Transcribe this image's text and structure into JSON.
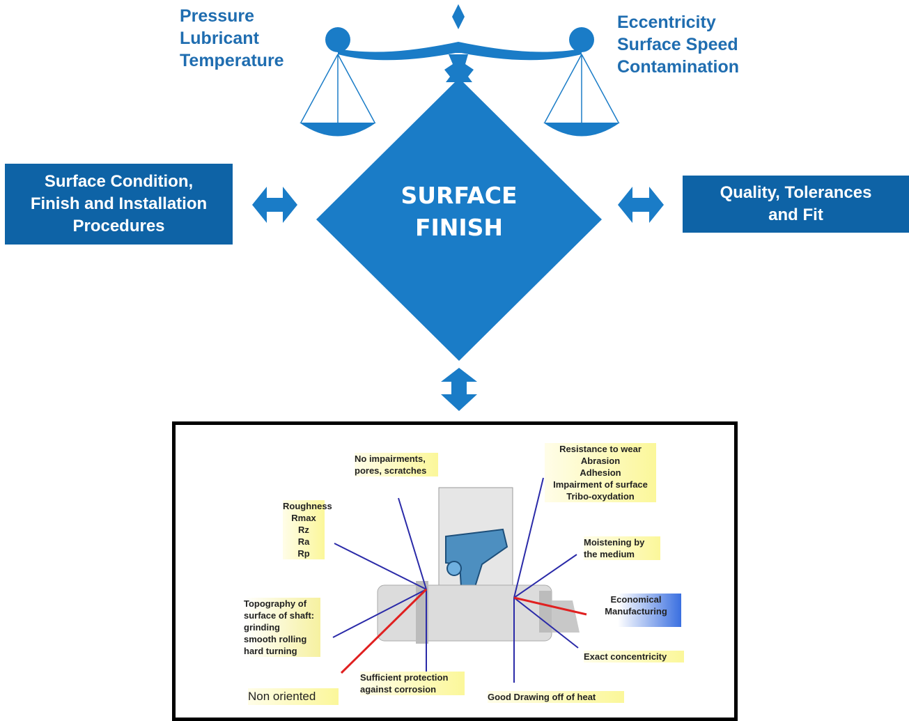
{
  "left_factors": [
    "Pressure",
    "Lubricant",
    "Temperature"
  ],
  "right_factors": [
    "Eccentricity",
    "Surface Speed",
    "Contamination"
  ],
  "center_label": [
    "SURFACE",
    "FINISH"
  ],
  "left_box": [
    "Surface Condition,",
    "Finish and Installation",
    "Procedures"
  ],
  "right_box": [
    "Quality, Tolerances",
    "and Fit"
  ],
  "photo_notes": {
    "impairments": [
      "No impairments,",
      "pores, scratches"
    ],
    "resistance": [
      "Resistance to wear",
      "Abrasion",
      "Adhesion",
      "Impairment of surface",
      "Tribo-oxydation"
    ],
    "roughness": [
      "Roughness",
      "Rmax",
      "Rz",
      "Ra",
      "Rp"
    ],
    "moistening": [
      "Moistening by",
      "the medium"
    ],
    "topography": [
      "Topography of",
      "surface of shaft:",
      "grinding",
      "smooth rolling",
      "hard turning"
    ],
    "economical": [
      "Economical",
      "Manufacturing"
    ],
    "concentricity": [
      "Exact concentricity"
    ],
    "non_oriented": [
      "Non oriented"
    ],
    "protection": [
      "Sufficient protection",
      "against corrosion"
    ],
    "drawing_heat": [
      "Good Drawing off of heat"
    ]
  },
  "colors": {
    "primary_blue": "#0e63a6",
    "diamond_blue": "#1a7cc7",
    "text_blue": "#1f6db0",
    "arrow_blue": "#2a2aa8",
    "arrow_red": "#e02020"
  }
}
